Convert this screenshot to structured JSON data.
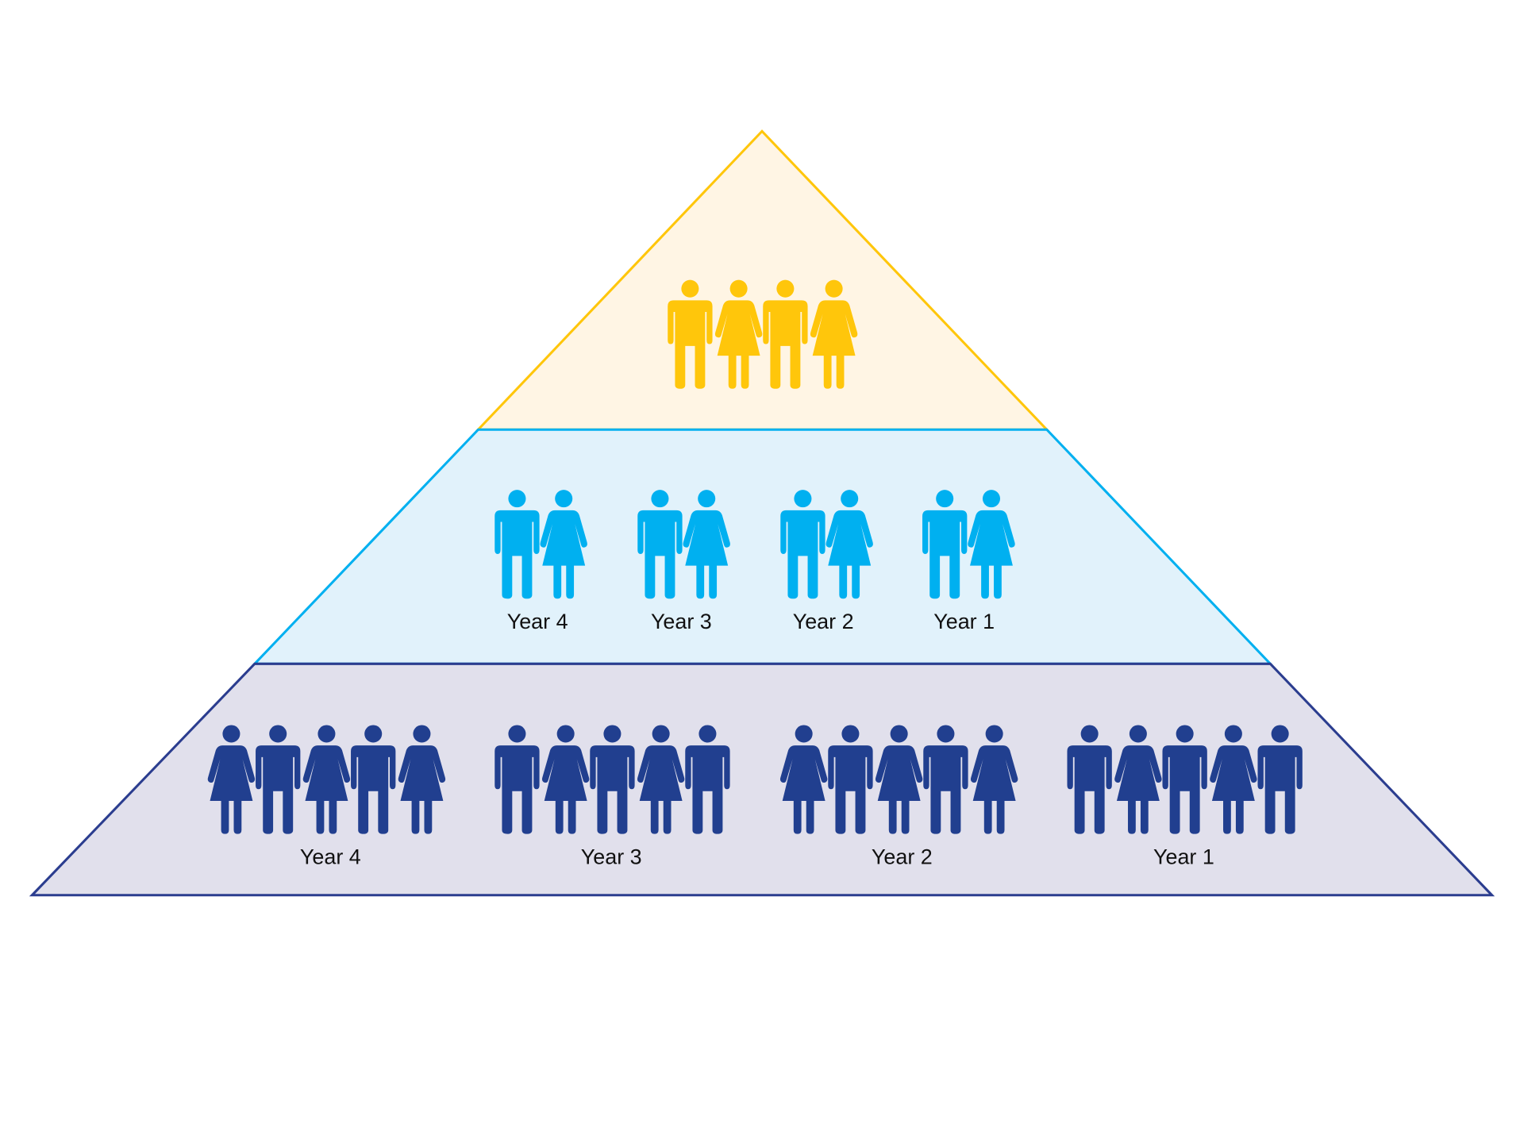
{
  "colors": {
    "top_fill": "#FFF5E4",
    "top_stroke": "#FFC60B",
    "top_figure": "#FFC60B",
    "middle_fill": "#E1F2FB",
    "middle_stroke": "#00B0F0",
    "middle_figure": "#00B0F0",
    "bottom_fill": "#E1E0EC",
    "bottom_stroke": "#2B3D8F",
    "bottom_figure": "#213F8F"
  },
  "tiers": {
    "top": {
      "groups": [
        {
          "label": null,
          "figures": [
            "man",
            "woman",
            "man",
            "woman"
          ]
        }
      ]
    },
    "middle": {
      "groups": [
        {
          "label": "Year 4",
          "figures": [
            "man",
            "woman"
          ]
        },
        {
          "label": "Year 3",
          "figures": [
            "man",
            "woman"
          ]
        },
        {
          "label": "Year 2",
          "figures": [
            "man",
            "woman"
          ]
        },
        {
          "label": "Year 1",
          "figures": [
            "man",
            "woman"
          ]
        }
      ]
    },
    "bottom": {
      "groups": [
        {
          "label": "Year 4",
          "figures": [
            "woman",
            "man",
            "woman",
            "man",
            "woman"
          ]
        },
        {
          "label": "Year 3",
          "figures": [
            "man",
            "woman",
            "man",
            "woman",
            "man"
          ]
        },
        {
          "label": "Year 2",
          "figures": [
            "woman",
            "man",
            "woman",
            "man",
            "woman"
          ]
        },
        {
          "label": "Year 1",
          "figures": [
            "man",
            "woman",
            "man",
            "woman",
            "man"
          ]
        }
      ]
    }
  }
}
